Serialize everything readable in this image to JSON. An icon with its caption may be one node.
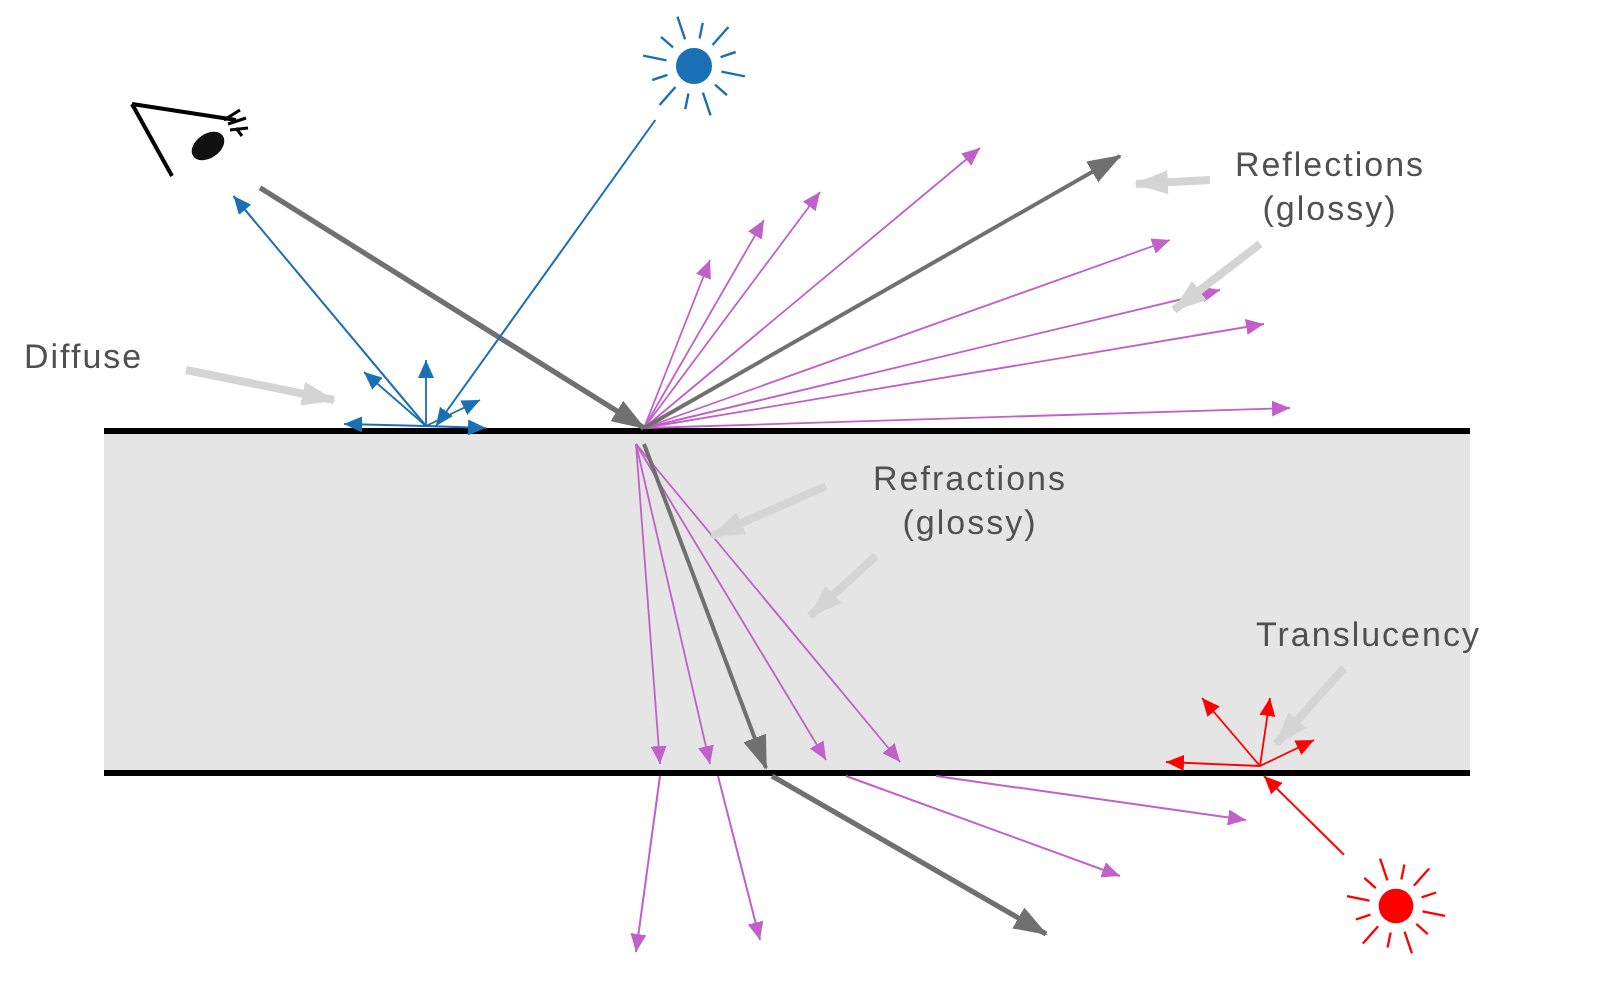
{
  "diagram": {
    "nodes": [
      {
        "text": [],
        "shape": "picture"
      },
      {
        "text": [],
        "shape": "picture"
      },
      {
        "text": [],
        "shape": "box"
      },
      {
        "text": [],
        "shape": "picture"
      }
    ],
    "edges": [
      {
        "from": 0,
        "to": 2,
        "arrow": "to",
        "style": "thick",
        "color": "#707070"
      },
      {
        "from": 1,
        "to": 2,
        "arrow": "to",
        "color": "#1a6fb5"
      },
      {
        "from": 2,
        "to": 0,
        "arrow": "to",
        "color": "#1a6fb5"
      },
      {
        "from": 3,
        "to": 2,
        "arrow": "to",
        "color": "#ff0000"
      },
      {
        "from": 2,
        "to": null,
        "arrow": "to",
        "style": "thick",
        "color": "#707070"
      },
      {
        "from": 2,
        "to": null,
        "arrow": "to",
        "color": "#c060c8"
      },
      {
        "from": 2,
        "to": null,
        "arrow": "to",
        "color": "#c060c8"
      },
      {
        "from": 2,
        "to": null,
        "arrow": "to",
        "color": "#c060c8"
      },
      {
        "from": 2,
        "to": null,
        "arrow": "to",
        "color": "#c060c8"
      }
    ],
    "labels": [
      "Diffuse",
      "Reflections (glossy)",
      "Refractions (glossy)",
      "Translucency"
    ]
  }
}
